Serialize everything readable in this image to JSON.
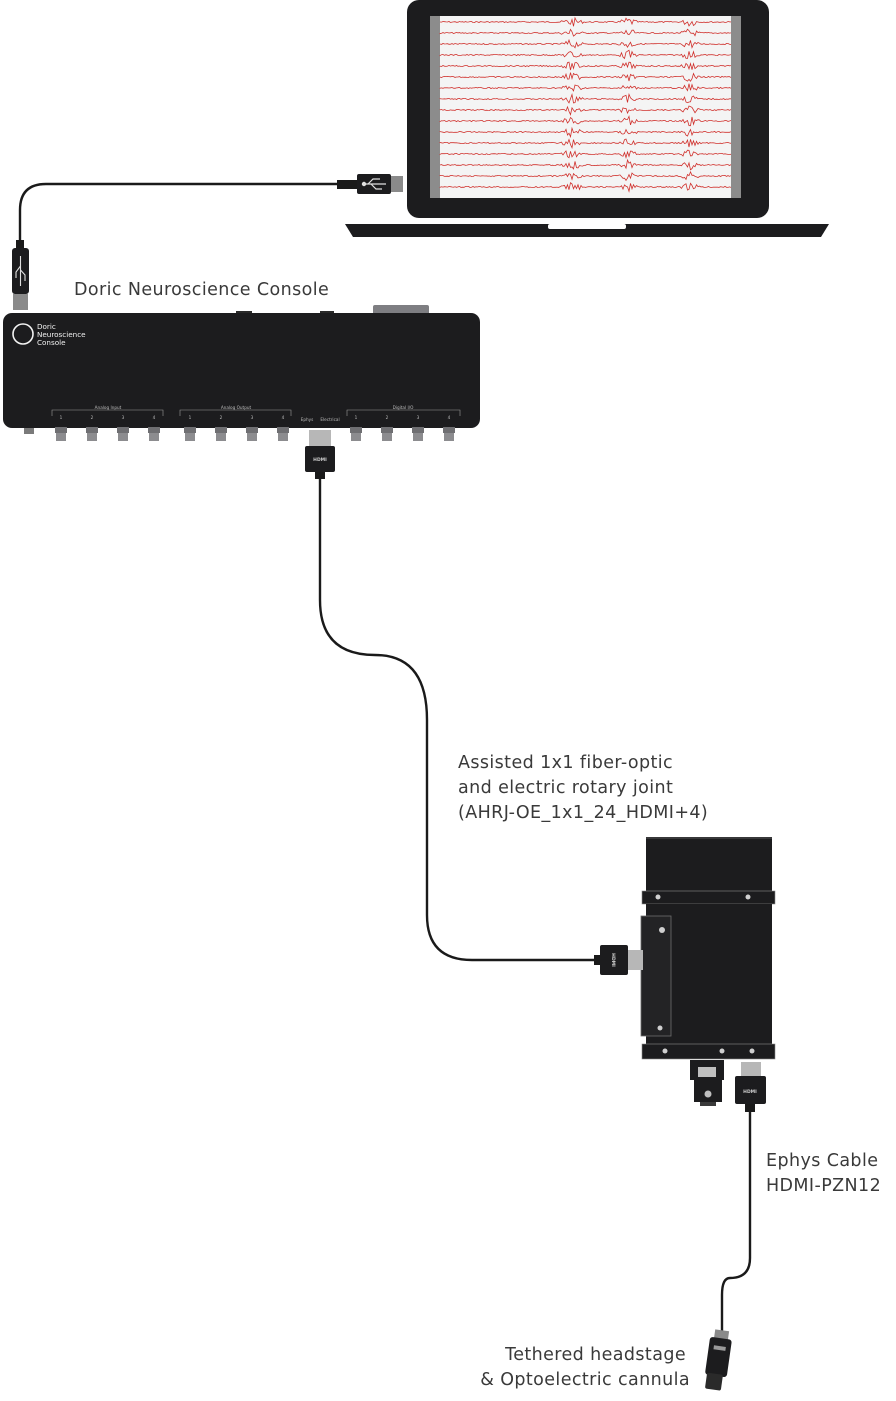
{
  "labels": {
    "console_title": "Doric Neuroscience Console",
    "console_brand": [
      "Doric",
      "Neuroscience",
      "Console"
    ],
    "rotary_joint": [
      "Assisted 1x1 fiber-optic",
      "and electric rotary joint",
      "(AHRJ-OE_1x1_24_HDMI+4)"
    ],
    "ephys_cable": [
      "Ephys Cable",
      "HDMI-PZN12"
    ],
    "headstage": [
      "Tethered headstage",
      "& Optoelectric cannula"
    ]
  },
  "console_panel": {
    "analog_input": "Analog Input",
    "analog_output": "Analog Output",
    "digital_io": "Digital I/O",
    "ephys_label_a": "Ephys",
    "ephys_label_b": "Electrical",
    "port_numbers": [
      "1",
      "2",
      "3",
      "4",
      "1",
      "2",
      "3",
      "4",
      "1",
      "2",
      "3",
      "4"
    ]
  },
  "connector_text": "HDMI",
  "colors": {
    "device_body": "#1c1c1e",
    "cable": "#1a1a1a",
    "signal": "#d0302c",
    "screen_bg": "#f4f4f4",
    "label_text": "#3a3a3a"
  },
  "icons": {
    "usb": "usb-icon",
    "power": "power-ring-icon"
  }
}
